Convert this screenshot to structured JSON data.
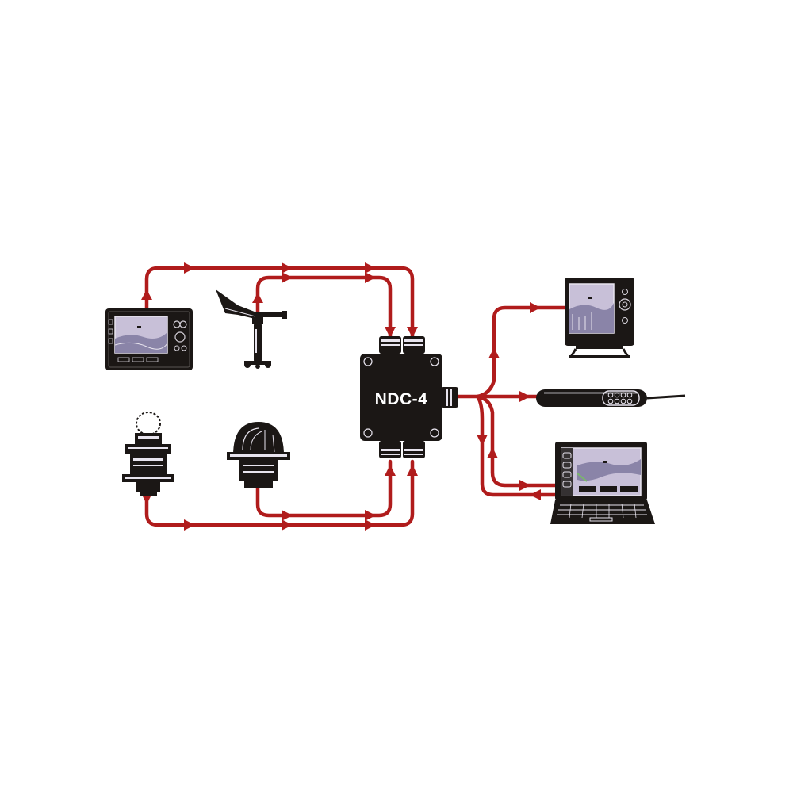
{
  "hub": {
    "label": "NDC-4"
  },
  "devices": [
    {
      "id": "chartplotter-top-left",
      "icon": "chartplotter-icon"
    },
    {
      "id": "wind-vane",
      "icon": "wind-sensor-icon"
    },
    {
      "id": "transducer",
      "icon": "depth-transducer-icon"
    },
    {
      "id": "smart-sensor",
      "icon": "speed-sensor-icon"
    },
    {
      "id": "chartplotter-right",
      "icon": "chartplotter-icon"
    },
    {
      "id": "usb-adapter",
      "icon": "usb-adapter-icon"
    },
    {
      "id": "laptop",
      "icon": "laptop-icon"
    }
  ],
  "colors": {
    "wire": "#b01c1c",
    "device": "#1b1715",
    "screen": "#c8c0d8",
    "hub": "#1b1715"
  }
}
